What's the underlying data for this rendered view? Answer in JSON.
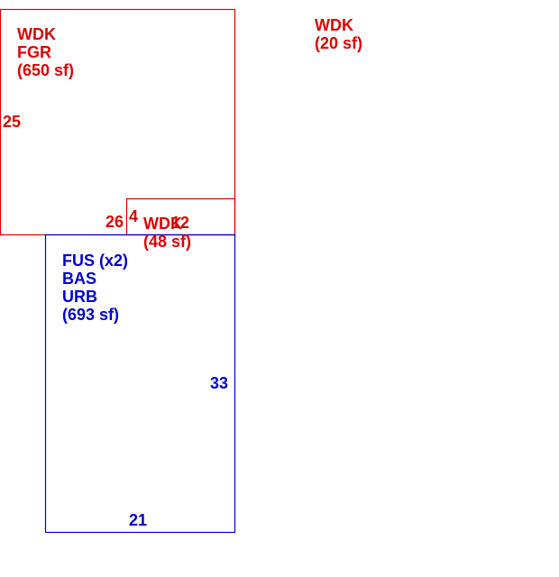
{
  "colors": {
    "wood_deck": "#dd0000",
    "main_house": "#0000cc",
    "background": "#ffffff"
  },
  "areas": {
    "fgr": {
      "lines": [
        "WDK",
        "FGR",
        "(650 sf)"
      ]
    },
    "deck_small": {
      "lines": [
        "WDK",
        "(20 sf)"
      ]
    },
    "deck_mid": {
      "lines": [
        "WDK",
        "(48 sf)"
      ]
    },
    "main": {
      "lines": [
        "FUS (x2)",
        "BAS",
        "URB",
        "(693 sf)"
      ]
    }
  },
  "dimensions": {
    "fgr_side": "25",
    "fgr_bottom": "26",
    "deck_side": "4",
    "deck_top": "12",
    "main_side": "33",
    "main_bottom": "21"
  }
}
